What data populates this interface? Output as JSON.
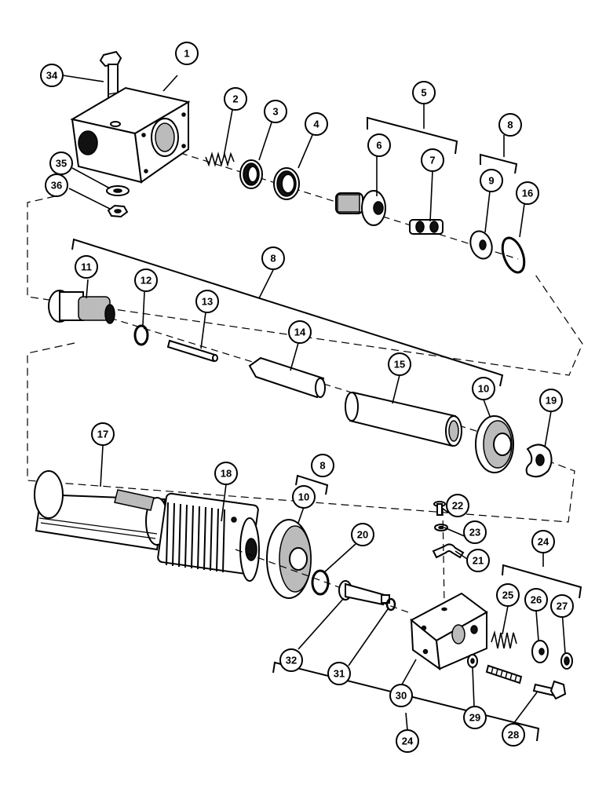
{
  "diagram": {
    "callouts": [
      "1",
      "2",
      "3",
      "4",
      "5",
      "6",
      "7",
      "8",
      "9",
      "10",
      "11",
      "12",
      "13",
      "14",
      "15",
      "16",
      "17",
      "18",
      "19",
      "20",
      "21",
      "22",
      "23",
      "24",
      "25",
      "26",
      "27",
      "28",
      "29",
      "30",
      "31",
      "32",
      "34",
      "35",
      "36"
    ]
  }
}
